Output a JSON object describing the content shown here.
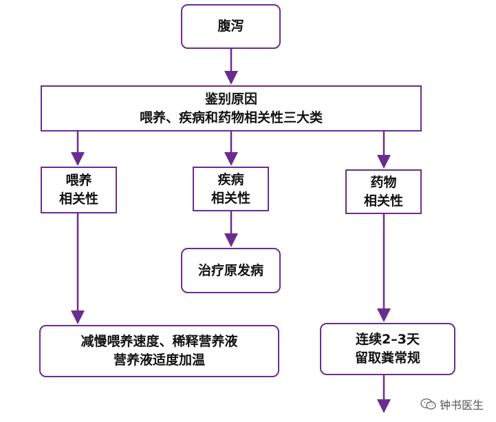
{
  "nodes": {
    "diarrhea": "腹泻",
    "identify_cause": {
      "line1": "鉴别原因",
      "line2": "喂养、疾病和药物相关性三大类"
    },
    "feeding_related": {
      "line1": "喂养",
      "line2": "相关性"
    },
    "disease_related": {
      "line1": "疾病",
      "line2": "相关性"
    },
    "drug_related": {
      "line1": "药物",
      "line2": "相关性"
    },
    "treat_primary": "治疗原发病",
    "feeding_action": {
      "line1": "减慢喂养速度、稀释营养液",
      "line2": "营养液适度加温"
    },
    "drug_action": {
      "line1": "连续2–3天",
      "line2": "留取粪常规"
    }
  },
  "watermark": {
    "text": "钟书医生",
    "icon": "wechat-icon"
  },
  "colors": {
    "border": "#6a2c8f",
    "arrow": "#6a2c8f",
    "text": "#111111"
  }
}
